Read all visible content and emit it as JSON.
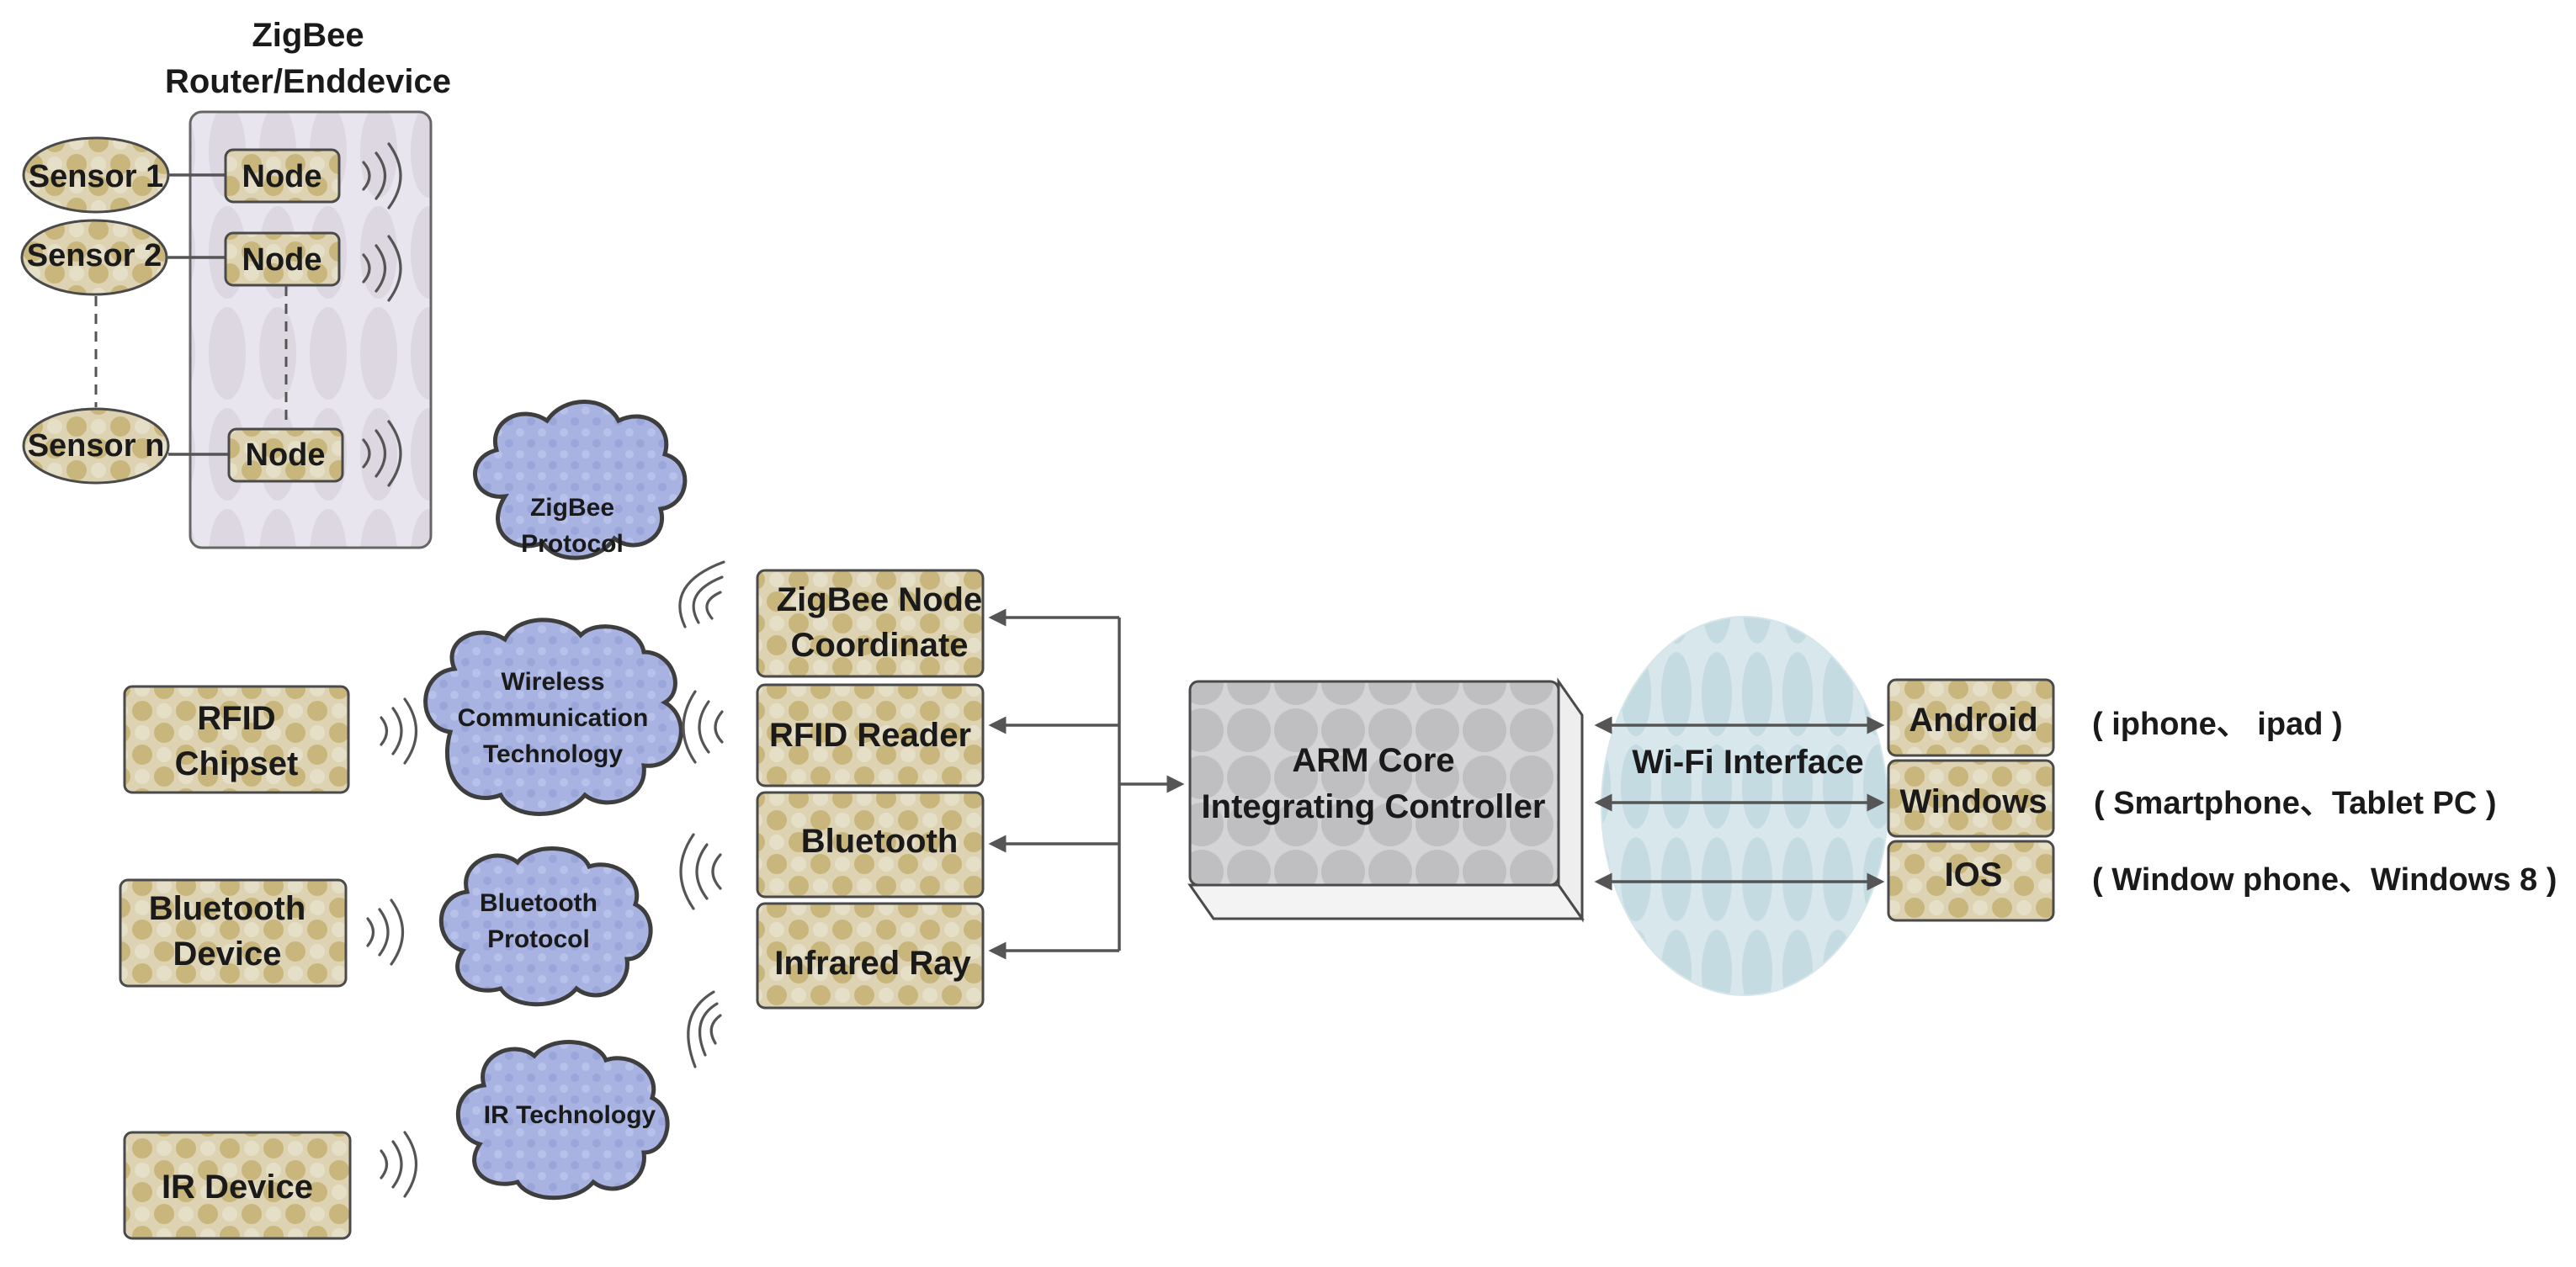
{
  "zigbee_group": {
    "title_line1": "ZigBee",
    "title_line2": "Router/Enddevice",
    "sensors": [
      "Sensor 1",
      "Sensor 2",
      "Sensor n"
    ],
    "nodes": [
      "Node",
      "Node",
      "Node"
    ]
  },
  "devices": {
    "rfid_line1": "RFID",
    "rfid_line2": "Chipset",
    "bluetooth_line1": "Bluetooth",
    "bluetooth_line2": "Device",
    "ir": "IR Device"
  },
  "clouds": {
    "zigbee_line1": "ZigBee",
    "zigbee_line2": "Protocol",
    "wireless_line1": "Wireless",
    "wireless_line2": "Communication",
    "wireless_line3": "Technology",
    "bluetooth_line1": "Bluetooth",
    "bluetooth_line2": "Protocol",
    "ir": "IR Technology"
  },
  "modules": {
    "zigbee_line1": "ZigBee Node",
    "zigbee_line2": "Coordinate",
    "rfid": "RFID Reader",
    "bluetooth": "Bluetooth",
    "infrared": "Infrared Ray"
  },
  "controller": {
    "line1": "ARM Core",
    "line2": "Integrating Controller"
  },
  "wifi": {
    "label": "Wi-Fi Interface"
  },
  "platforms": {
    "android": "Android",
    "windows": "Windows",
    "ios": "IOS"
  },
  "platform_notes": {
    "android": "( iphone、 ipad )",
    "windows": "( Smartphone、Tablet PC )",
    "ios": "( Window phone、Windows 8 )"
  },
  "colors": {
    "tan_box": "#d8cba0",
    "cloud": "#a9b4e4",
    "panel": "#e7e3ec",
    "controller": "#c9c9cb",
    "wifi": "#cfe2e8"
  }
}
